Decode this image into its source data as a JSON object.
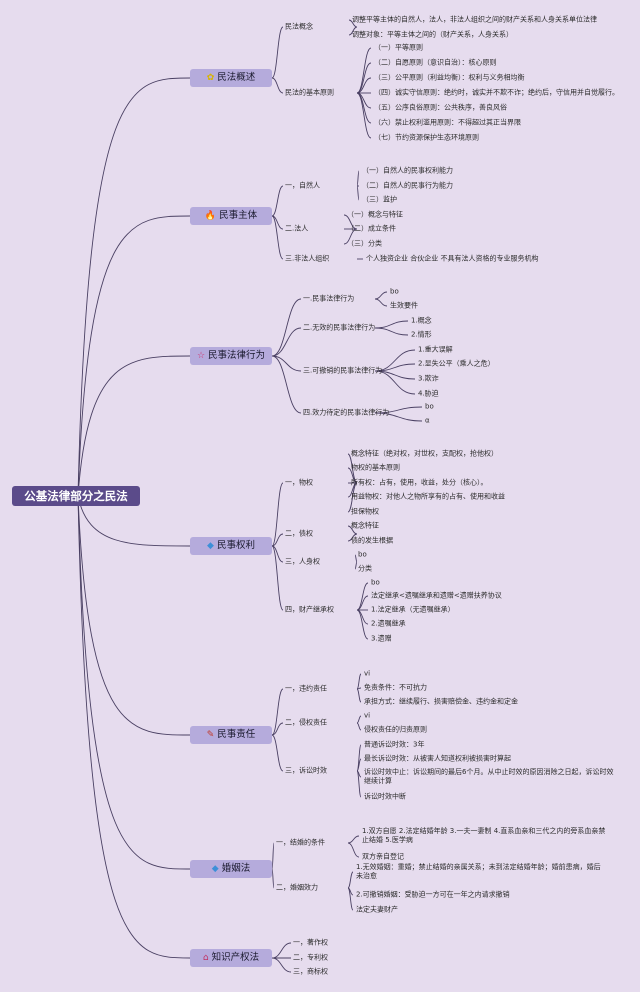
{
  "root": "公基法律部分之民法",
  "colors": {
    "background": "#e6dcee",
    "line": "#4a4063",
    "root_bg": "#5b4b8a",
    "category_bg": "#b5abdc"
  },
  "categories": [
    {
      "label": "民法概述",
      "icon": "yellow-flower-icon",
      "branches": [
        {
          "label": "民法概念",
          "children": [
            "调整平等主体的自然人，法人，非法人组织之间的财产关系和人身关系单位法律",
            "调整对象：平等主体之间的（财产关系，人身关系）"
          ]
        },
        {
          "label": "民法的基本原则",
          "children": [
            "（一）平等原则",
            "（二）自愿原则（意识自治）：核心原则",
            "（三）公平原则（利益均衡）：权利与义务相均衡",
            "（四）诚实守信原则：绝约时，诚实并不欺不诈；绝约后，守信用并自觉履行。",
            "（五）公序良俗原则：公共秩序，善良风俗",
            "（六）禁止权利滥用原则：不得超过其正当界限",
            "（七）节约资源保护生态环境原则"
          ]
        }
      ]
    },
    {
      "label": "民事主体",
      "icon": "fire-icon",
      "branches": [
        {
          "label": "一，自然人",
          "children": [
            "（一）自然人的民事权利能力",
            "（二）自然人的民事行为能力",
            "（三）监护"
          ]
        },
        {
          "label": "二.法人",
          "children": [
            "（一）概念与特征",
            "（二）成立条件",
            "（三）分类"
          ]
        },
        {
          "label": "三.非法人组织",
          "children": [
            "个人独资企业 合伙企业 不具有法人资格的专业服务机构"
          ]
        }
      ]
    },
    {
      "label": "民事法律行为",
      "icon": "star-outline-icon",
      "branches": [
        {
          "label": "一.民事法律行为",
          "children": [
            "bo",
            "生效要件"
          ]
        },
        {
          "label": "二.无效的民事法律行为",
          "children": [
            "1.概念",
            "2.情形"
          ]
        },
        {
          "label": "三.可撤销的民事法律行为",
          "children": [
            "1.重大误解",
            "2.显失公平（乘人之危）",
            "3.欺诈",
            "4.胁迫"
          ]
        },
        {
          "label": "四.效力待定的民事法律行为",
          "children": [
            "bo",
            "α"
          ]
        }
      ]
    },
    {
      "label": "民事权利",
      "icon": "blue-diamond-icon",
      "branches": [
        {
          "label": "一，物权",
          "children": [
            "概念特征（绝对权，对世权，支配权，抢他权）",
            "物权的基本原则",
            "所有权：占有，使用，收益，处分（核心）。",
            "用益物权：对他人之物所享有的占有、使用和收益",
            "担保物权"
          ]
        },
        {
          "label": "二，债权",
          "children": [
            "概念特征",
            "债的发生根据"
          ]
        },
        {
          "label": "三，人身权",
          "children": [
            "bo",
            "分类"
          ]
        },
        {
          "label": "四，财产继承权",
          "children": [
            "bo",
            "法定继承<遗嘱继承和遗赠<遗赠扶养协议",
            "1.法定继承（无遗嘱继承）",
            "2.遗嘱继承",
            "3.遗赠"
          ]
        }
      ]
    },
    {
      "label": "民事责任",
      "icon": "pencil-icon",
      "branches": [
        {
          "label": "一，违约责任",
          "children": [
            "vi",
            "免责条件：不可抗力",
            "承担方式：继续履行、损害赔偿金、违约金和定金"
          ]
        },
        {
          "label": "二，侵权责任",
          "children": [
            "vi",
            "侵权责任的归责原则"
          ]
        },
        {
          "label": "三，诉讼时效",
          "children": [
            "普通诉讼时效：3年",
            "最长诉讼时效：从被害人知道权利被损害时算起",
            "诉讼时效中止：诉讼期间的最后6个月。从中止时效的原因消除之日起，诉讼时效继续计算",
            "诉讼时效中断"
          ]
        }
      ]
    },
    {
      "label": "婚姻法",
      "icon": "blue-diamond-icon",
      "branches": [
        {
          "label": "一，结婚的条件",
          "children": [
            "1.双方自愿 2.法定结婚年龄 3.一夫一妻制 4.直系血亲和三代之内的旁系血亲禁止结婚 5.医学病",
            "双方亲自登记"
          ]
        },
        {
          "label": "二，婚姻效力",
          "children": [
            "1.无效婚姻：重婚；禁止结婚的亲属关系；未到法定结婚年龄；婚前患病，婚后未治愈",
            "2.可撤销婚姻：受胁迫一方可在一年之内请求撤销",
            "法定夫妻财产"
          ]
        }
      ]
    },
    {
      "label": "知识产权法",
      "icon": "house-icon",
      "branches": [
        {
          "label": "一，著作权",
          "children": []
        },
        {
          "label": "二，专利权",
          "children": []
        },
        {
          "label": "三，商标权",
          "children": []
        }
      ]
    }
  ]
}
